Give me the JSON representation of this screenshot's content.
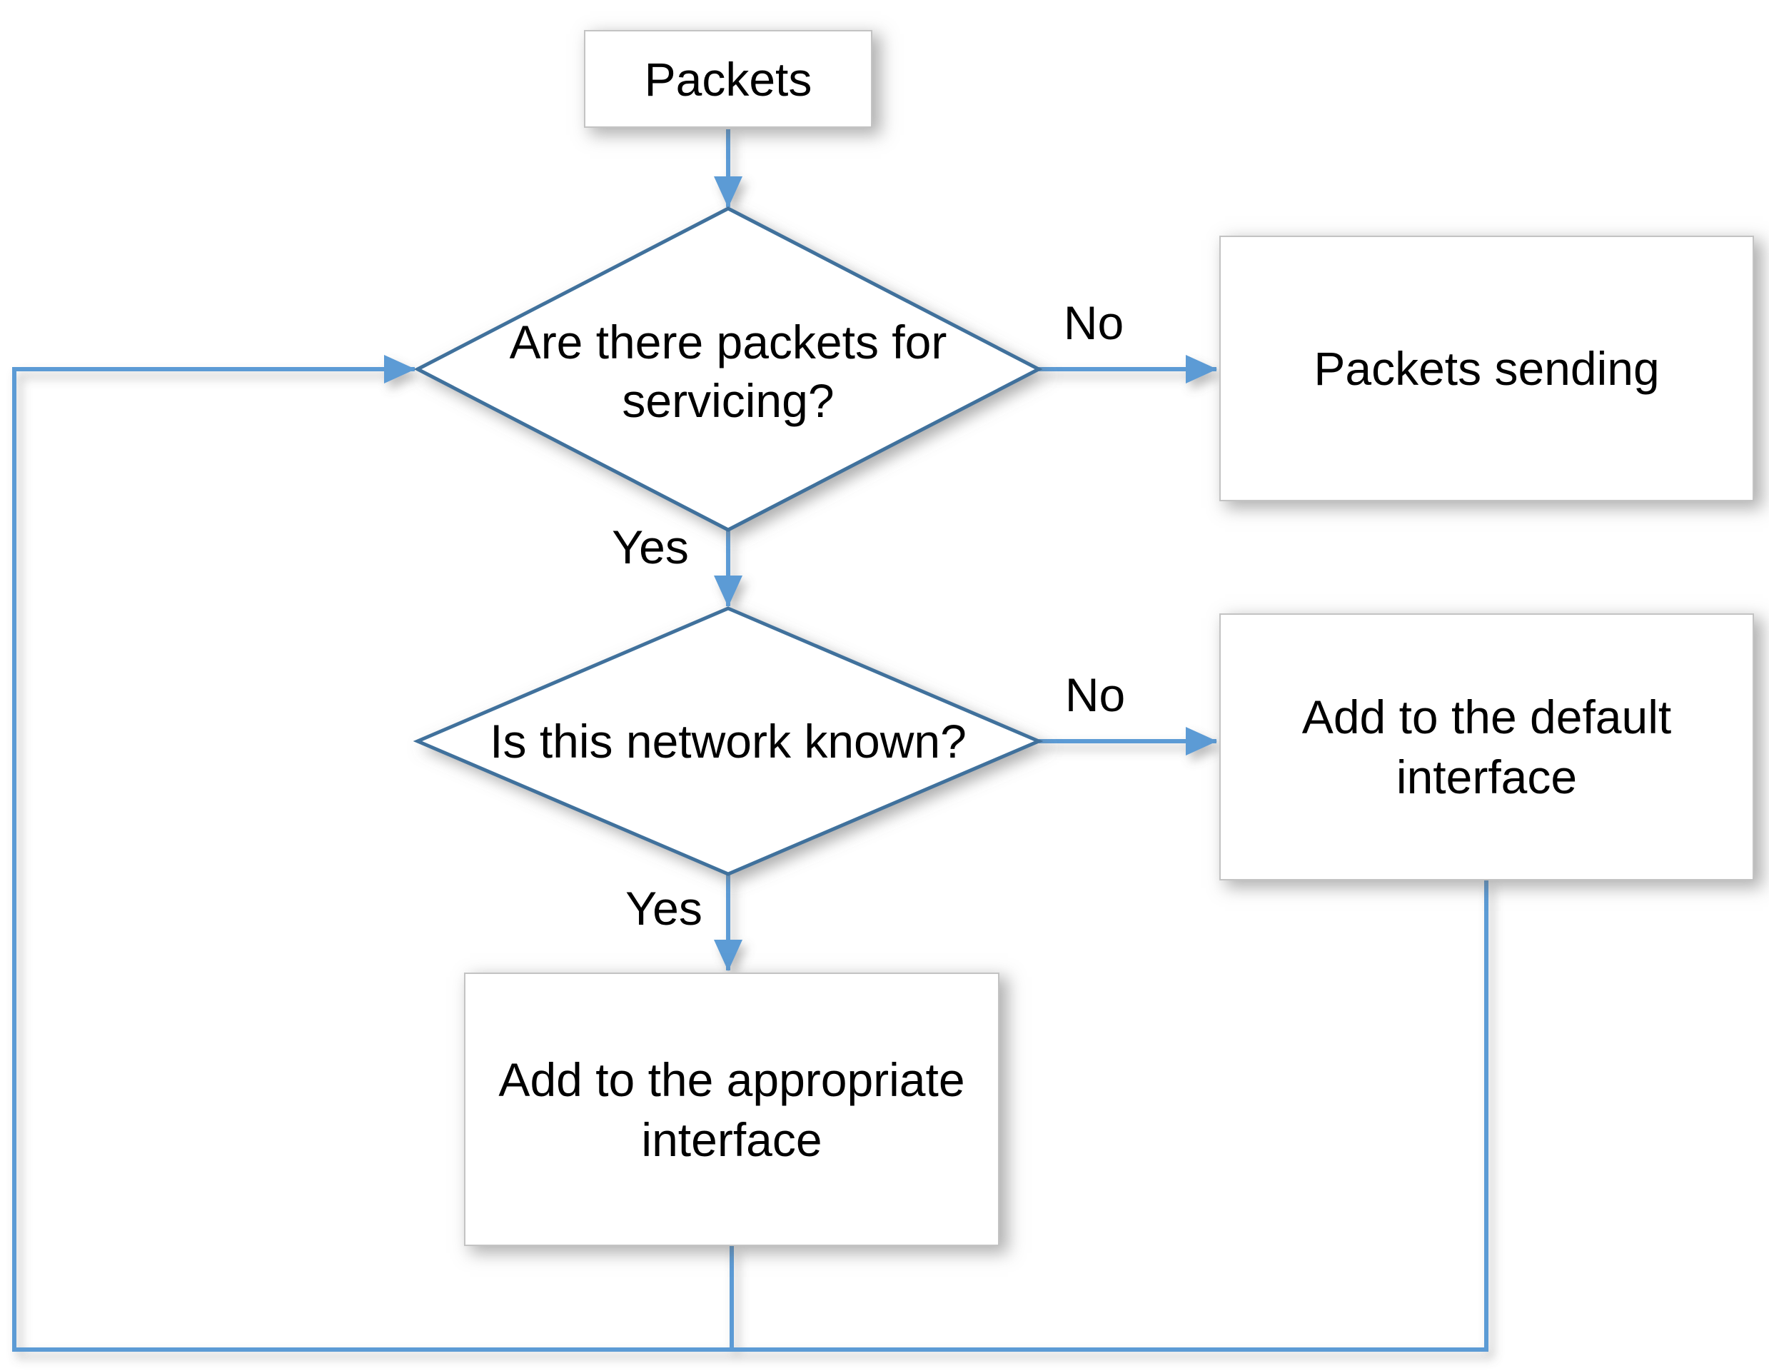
{
  "diagram_type": "flowchart",
  "colors": {
    "connector": "#5B9BD5",
    "decision_stroke": "#41719C",
    "box_border": "#C3C3C3",
    "box_fill": "#FFFFFF",
    "text": "#000000",
    "background": "#FFFFFF"
  },
  "nodes": {
    "packets": {
      "type": "process",
      "label": "Packets"
    },
    "servicing_decision": {
      "type": "decision",
      "lines": [
        "Are there packets for",
        "servicing?"
      ]
    },
    "packets_sending": {
      "type": "process",
      "label": "Packets sending"
    },
    "network_known_decision": {
      "type": "decision",
      "label": "Is this network known?"
    },
    "default_interface": {
      "type": "process",
      "lines": [
        "Add to the default",
        "interface"
      ]
    },
    "appropriate_interface": {
      "type": "process",
      "lines": [
        "Add to the appropriate",
        "interface"
      ]
    }
  },
  "edge_labels": {
    "no1": "No",
    "yes1": "Yes",
    "no2": "No",
    "yes2": "Yes"
  },
  "edges": [
    {
      "from": "packets",
      "to": "servicing_decision",
      "label": ""
    },
    {
      "from": "servicing_decision",
      "to": "packets_sending",
      "label": "No"
    },
    {
      "from": "servicing_decision",
      "to": "network_known_decision",
      "label": "Yes"
    },
    {
      "from": "network_known_decision",
      "to": "default_interface",
      "label": "No"
    },
    {
      "from": "network_known_decision",
      "to": "appropriate_interface",
      "label": "Yes"
    },
    {
      "from": "appropriate_interface",
      "to": "servicing_decision",
      "label": ""
    },
    {
      "from": "default_interface",
      "to": "servicing_decision",
      "label": ""
    }
  ]
}
